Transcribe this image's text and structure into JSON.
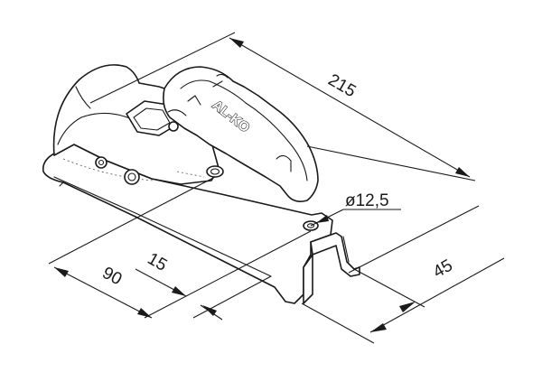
{
  "drawing": {
    "brand_logo": "AL-KO",
    "dimensions": {
      "length": "215",
      "hole_diameter": "ø12,5",
      "offset_90": "90",
      "offset_15": "15",
      "offset_45": "45"
    }
  }
}
